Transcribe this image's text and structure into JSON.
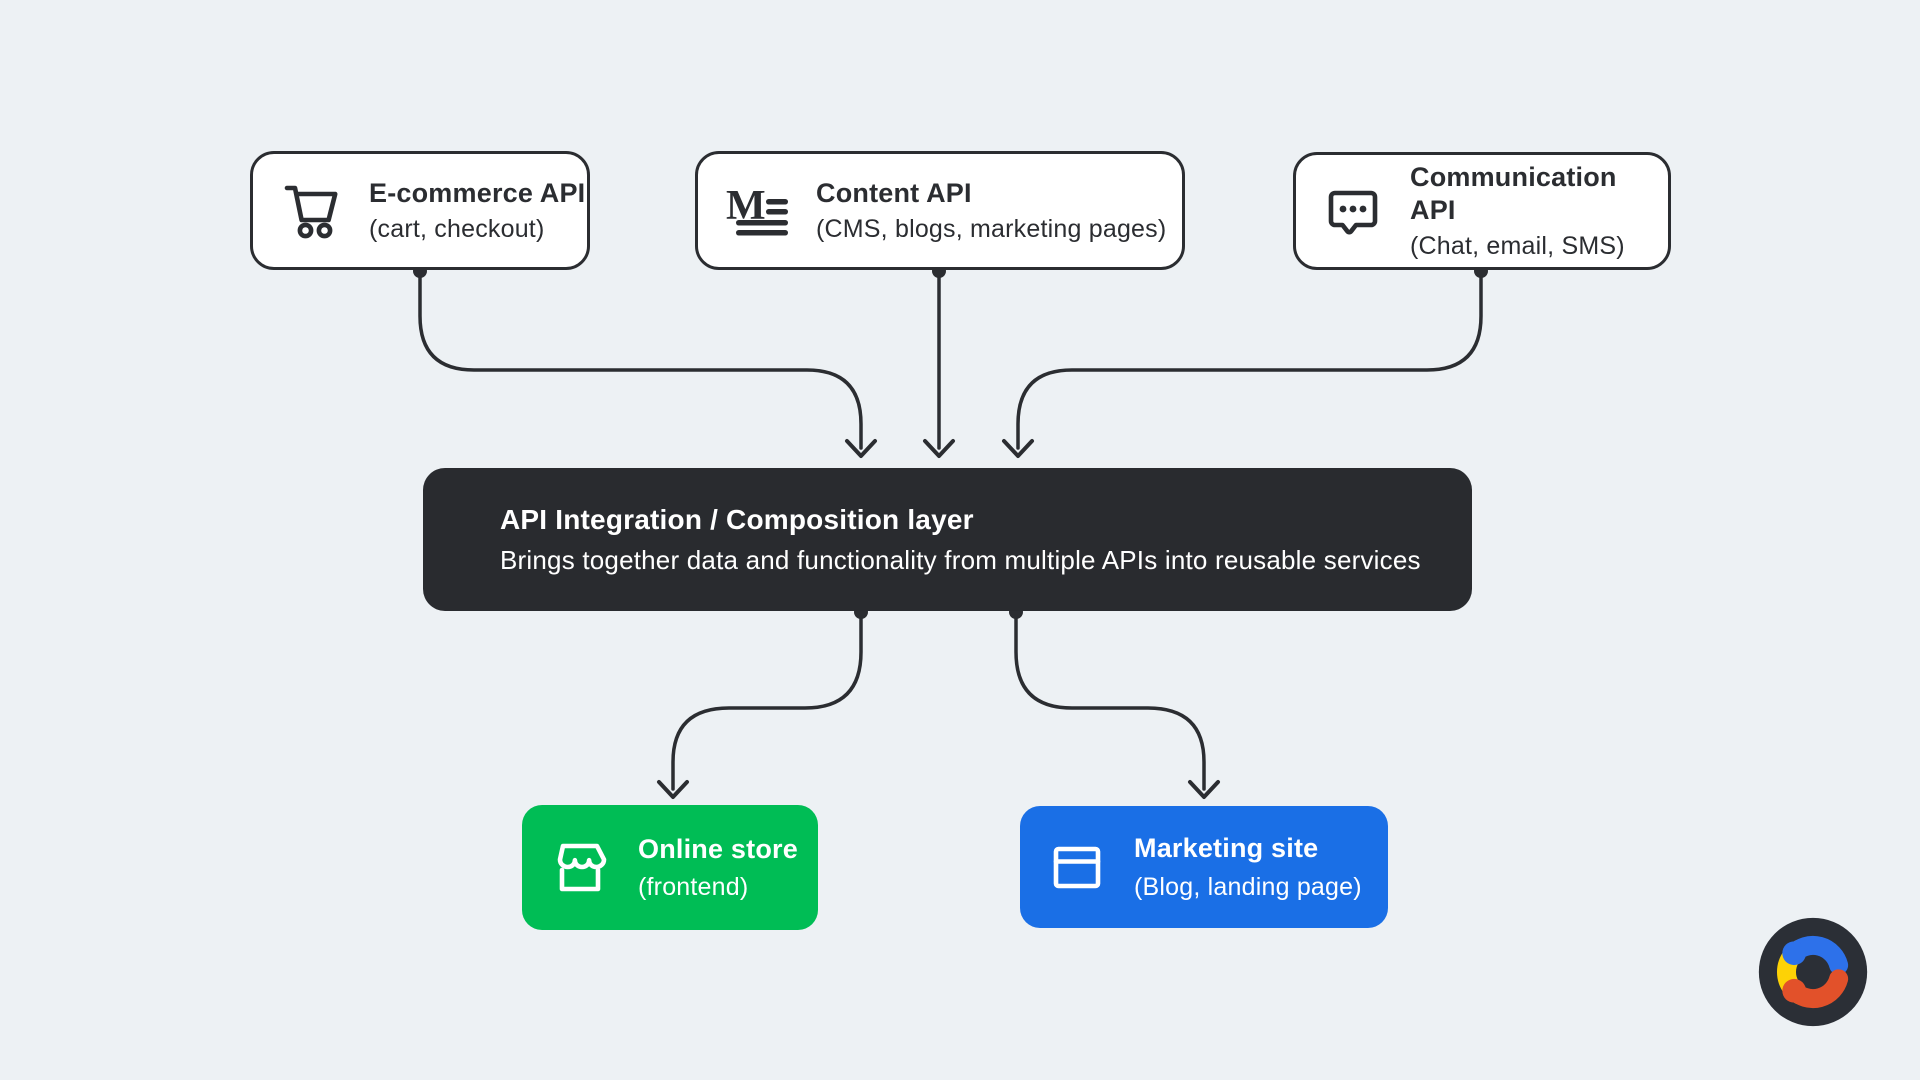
{
  "canvas": {
    "background": "#edf1f4",
    "stroke": "#2b2d31"
  },
  "nodes": {
    "ecommerce": {
      "title": "E-commerce API",
      "subtitle": "(cart, checkout)",
      "icon": "shopping-cart-icon"
    },
    "content": {
      "title": "Content API",
      "subtitle": "(CMS, blogs, marketing pages)",
      "icon": "article-m-icon",
      "m_glyph": "M"
    },
    "communication": {
      "title": "Communication API",
      "subtitle": "(Chat, email, SMS)",
      "icon": "chat-bubble-icon"
    },
    "integration": {
      "title": "API Integration / Composition layer",
      "subtitle": "Brings together data and functionality from multiple APIs into reusable services",
      "bg": "#292b2f"
    },
    "store": {
      "title": "Online store",
      "subtitle": "(frontend)",
      "icon": "storefront-icon",
      "bg": "#00bd55"
    },
    "marketing": {
      "title": "Marketing site",
      "subtitle": "(Blog, landing page)",
      "icon": "browser-window-icon",
      "bg": "#1a6fe6"
    }
  },
  "logo": {
    "name": "contentful-logo",
    "circle_bg": "#2b2f36",
    "arc_blue": "#2d71ea",
    "arc_yellow": "#fdd206",
    "arc_red": "#e2512a"
  }
}
